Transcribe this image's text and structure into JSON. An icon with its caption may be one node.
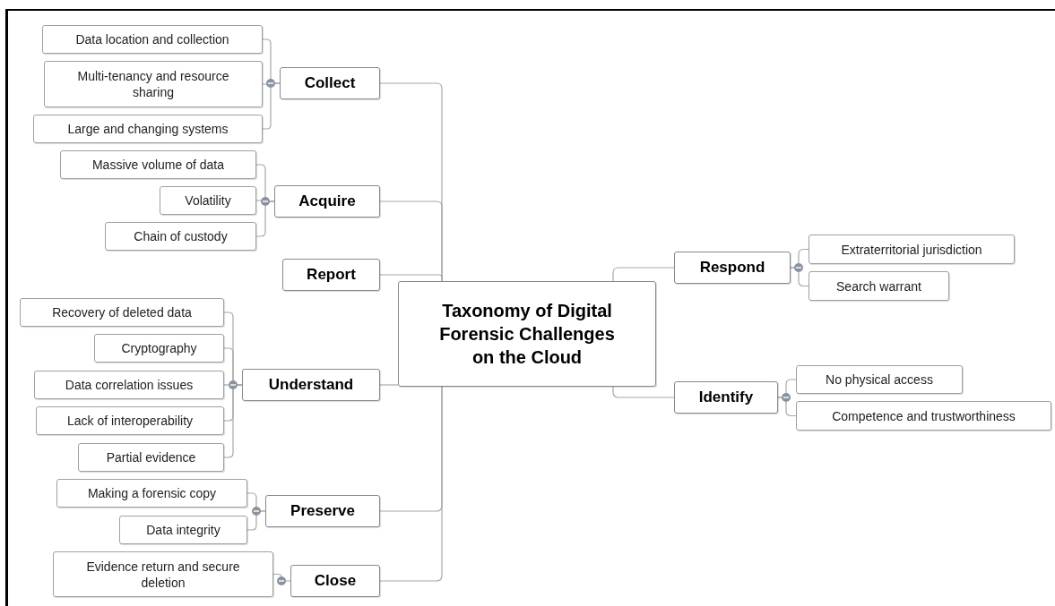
{
  "diagram": {
    "nodes": [
      {
        "text": [
          "Taxonomy of Digital Forensic Challenges on the Cloud"
        ]
      },
      {
        "text": [
          "Collect"
        ]
      },
      {
        "text": [
          "Data location and collection"
        ]
      },
      {
        "text": [
          "Multi-tenancy and resource sharing"
        ]
      },
      {
        "text": [
          "Large and changing systems"
        ]
      },
      {
        "text": [
          "Acquire"
        ]
      },
      {
        "text": [
          "Massive volume of data"
        ]
      },
      {
        "text": [
          "Volatility"
        ]
      },
      {
        "text": [
          "Chain of custody"
        ]
      },
      {
        "text": [
          "Report"
        ]
      },
      {
        "text": [
          "Understand"
        ]
      },
      {
        "text": [
          "Recovery of deleted data"
        ]
      },
      {
        "text": [
          "Cryptography"
        ]
      },
      {
        "text": [
          "Data correlation issues"
        ]
      },
      {
        "text": [
          "Lack of interoperability"
        ]
      },
      {
        "text": [
          "Partial evidence"
        ]
      },
      {
        "text": [
          "Preserve"
        ]
      },
      {
        "text": [
          "Making a forensic copy"
        ]
      },
      {
        "text": [
          "Data integrity"
        ]
      },
      {
        "text": [
          "Close"
        ]
      },
      {
        "text": [
          "Evidence return and secure deletion"
        ]
      },
      {
        "text": [
          "Respond"
        ]
      },
      {
        "text": [
          "Extraterritorial jurisdiction"
        ]
      },
      {
        "text": [
          "Search warrant"
        ]
      },
      {
        "text": [
          "Identify"
        ]
      },
      {
        "text": [
          "No physical access"
        ]
      },
      {
        "text": [
          "Competence and trustworthiness"
        ]
      }
    ],
    "edges": [
      {
        "from": 0,
        "to": 1,
        "arrow": "none"
      },
      {
        "from": 1,
        "to": 2,
        "arrow": "none"
      },
      {
        "from": 1,
        "to": 3,
        "arrow": "none"
      },
      {
        "from": 1,
        "to": 4,
        "arrow": "none"
      },
      {
        "from": 0,
        "to": 5,
        "arrow": "none"
      },
      {
        "from": 5,
        "to": 6,
        "arrow": "none"
      },
      {
        "from": 5,
        "to": 7,
        "arrow": "none"
      },
      {
        "from": 5,
        "to": 8,
        "arrow": "none"
      },
      {
        "from": 0,
        "to": 9,
        "arrow": "none"
      },
      {
        "from": 0,
        "to": 10,
        "arrow": "none"
      },
      {
        "from": 10,
        "to": 11,
        "arrow": "none"
      },
      {
        "from": 10,
        "to": 12,
        "arrow": "none"
      },
      {
        "from": 10,
        "to": 13,
        "arrow": "none"
      },
      {
        "from": 10,
        "to": 14,
        "arrow": "none"
      },
      {
        "from": 10,
        "to": 15,
        "arrow": "none"
      },
      {
        "from": 0,
        "to": 16,
        "arrow": "none"
      },
      {
        "from": 16,
        "to": 17,
        "arrow": "none"
      },
      {
        "from": 16,
        "to": 18,
        "arrow": "none"
      },
      {
        "from": 0,
        "to": 19,
        "arrow": "none"
      },
      {
        "from": 19,
        "to": 20,
        "arrow": "none"
      },
      {
        "from": 0,
        "to": 21,
        "arrow": "none"
      },
      {
        "from": 21,
        "to": 22,
        "arrow": "none"
      },
      {
        "from": 21,
        "to": 23,
        "arrow": "none"
      },
      {
        "from": 0,
        "to": 24,
        "arrow": "none"
      },
      {
        "from": 24,
        "to": 25,
        "arrow": "none"
      },
      {
        "from": 24,
        "to": 26,
        "arrow": "none"
      }
    ]
  }
}
